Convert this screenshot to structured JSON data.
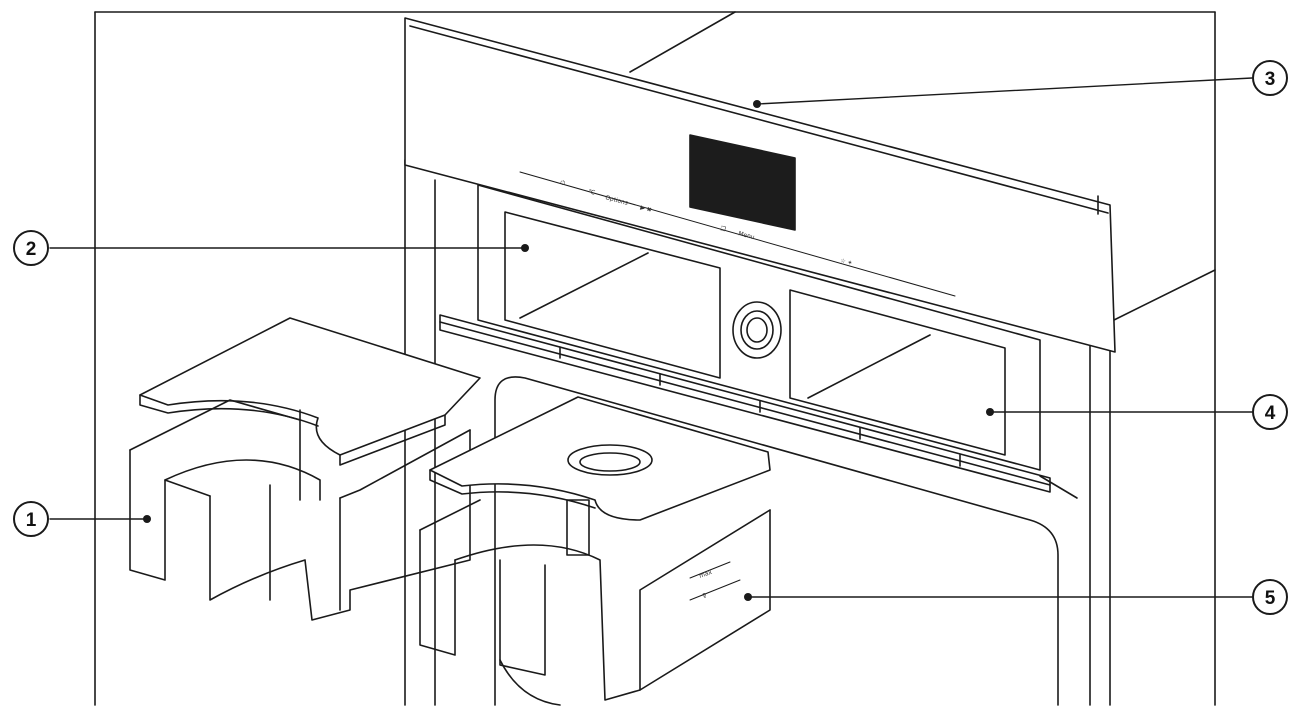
{
  "callouts": [
    {
      "id": "1",
      "label": "1"
    },
    {
      "id": "2",
      "label": "2"
    },
    {
      "id": "3",
      "label": "3"
    },
    {
      "id": "4",
      "label": "4"
    },
    {
      "id": "5",
      "label": "5"
    }
  ],
  "control_panel": {
    "power_symbol": "⏻",
    "labels": [
      "℃",
      "Options",
      "▶ ✖",
      "❒",
      "Menu",
      "☆ ✶"
    ]
  },
  "tank_marking": {
    "max_label": "max",
    "fill_symbol": "♀"
  },
  "colors": {
    "line": "#1a1a1a",
    "fill": "#ffffff",
    "display": "#1c1c1c"
  }
}
